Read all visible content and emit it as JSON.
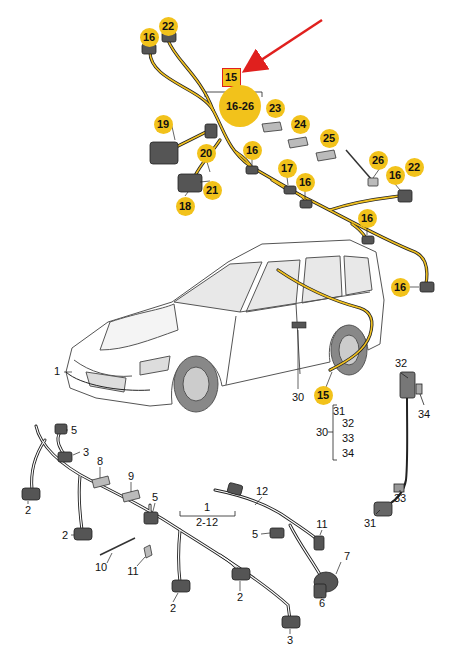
{
  "diagram": {
    "nodes": [
      {
        "text": [
          "16"
        ]
      },
      {
        "text": [
          "22"
        ]
      },
      {
        "text": [
          "15"
        ]
      },
      {
        "text": [
          "16-26"
        ]
      },
      {
        "text": [
          "23"
        ]
      },
      {
        "text": [
          "19"
        ]
      },
      {
        "text": [
          "24"
        ]
      },
      {
        "text": [
          "25"
        ]
      },
      {
        "text": [
          "20"
        ]
      },
      {
        "text": [
          "16"
        ]
      },
      {
        "text": [
          "17"
        ]
      },
      {
        "text": [
          "26"
        ]
      },
      {
        "text": [
          "16"
        ]
      },
      {
        "text": [
          "22"
        ]
      },
      {
        "text": [
          "16"
        ]
      },
      {
        "text": [
          "21"
        ]
      },
      {
        "text": [
          "18"
        ]
      },
      {
        "text": [
          "16"
        ]
      },
      {
        "text": [
          "16"
        ]
      },
      {
        "text": [
          "15"
        ]
      }
    ],
    "edges": [],
    "labels": [
      "1",
      "30",
      "32",
      "34",
      "31",
      "32",
      "33",
      "34",
      "30",
      "33",
      "31",
      "5",
      "3",
      "8",
      "9",
      "5",
      "1",
      "2-12",
      "12",
      "2",
      "2",
      "5",
      "11",
      "7",
      "10",
      "11",
      "6",
      "2",
      "2",
      "3"
    ]
  }
}
